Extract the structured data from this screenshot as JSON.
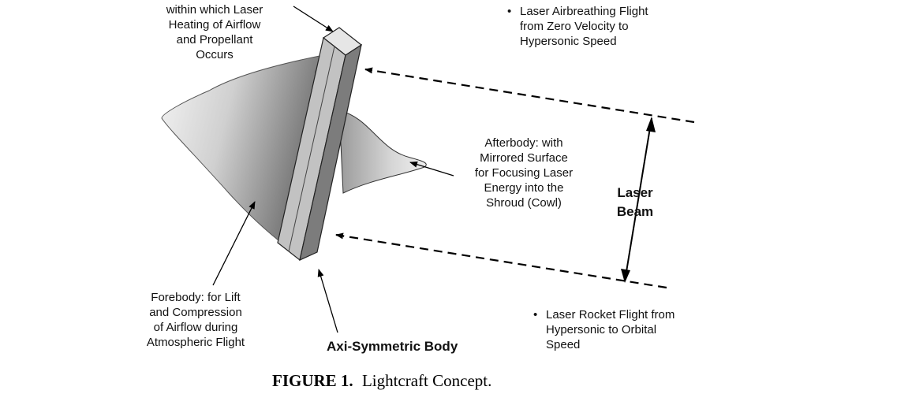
{
  "labels": {
    "shroud": [
      "within which Laser",
      "Heating of Airflow",
      "and Propellant",
      "Occurs"
    ],
    "airbreathing": [
      "Laser Airbreathing Flight",
      "from Zero Velocity to",
      "Hypersonic Speed"
    ],
    "afterbody": [
      "Afterbody:  with",
      "Mirrored Surface",
      "for Focusing Laser",
      "Energy into the",
      "Shroud (Cowl)"
    ],
    "laser_beam": [
      "Laser",
      "Beam"
    ],
    "forebody": [
      "Forebody: for Lift",
      "and Compression",
      "of Airflow during",
      "Atmospheric Flight"
    ],
    "axisymmetric": "Axi-Symmetric Body",
    "rocket": [
      "Laser Rocket Flight from",
      "Hypersonic to Orbital",
      "Speed"
    ],
    "bullet": "•"
  },
  "caption": {
    "number": "FIGURE 1.",
    "text": "Lightcraft Concept."
  },
  "colors": {
    "line": "#000000",
    "ring_face": "#bdbdbd",
    "ring_side": "#7a7a7a",
    "ring_top": "#e4e4e4",
    "body_light": "#f2f2f2",
    "body_dark": "#6f6f6f"
  }
}
